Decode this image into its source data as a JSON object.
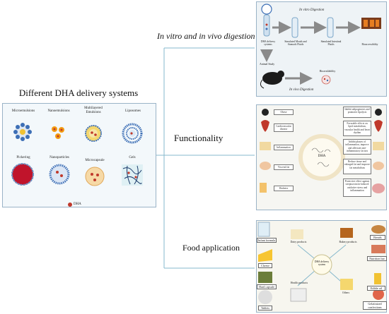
{
  "title": "Different DHA delivery systems",
  "delivery_systems": [
    {
      "id": "microemulsions",
      "label": "Microemulsions"
    },
    {
      "id": "nanoemulsions",
      "label": "Nanoemulsions"
    },
    {
      "id": "multilayered",
      "label": "Multilayered Emulsions"
    },
    {
      "id": "liposomes",
      "label": "Liposomes"
    },
    {
      "id": "pickering",
      "label": "Pickering"
    },
    {
      "id": "nanoparticles",
      "label": "Nanoparticles"
    },
    {
      "id": "microcapsule",
      "label": "Microcapsule"
    },
    {
      "id": "gels",
      "label": "Gels"
    }
  ],
  "legend": {
    "dha": "DHA"
  },
  "branches": {
    "digestion": "In vitro and in vivo digestion",
    "functionality": "Functionality",
    "food": "Food application"
  },
  "digestion": {
    "in_vitro_title": "In vitro Digestion",
    "in_vivo_title": "In vivo Digestion",
    "steps": [
      "DHA delivery systems",
      "Simulated Mouth and Stomach Fluids",
      "Simulated Intestinal Fluids",
      "Bioaccessibility"
    ],
    "animal_study": "Animal Study",
    "bioavailability": "Bioavailability"
  },
  "functionality": {
    "center": "DHA",
    "left_boxes": [
      "Obese",
      "Cardiovascular disease",
      "Inflammation",
      "Visceral fat",
      "Diabetes"
    ],
    "right_boxes": [
      "Inhibit adipogenesis and promotes lipolysis",
      "Favorable effects on lipid metabolism, vascular health and heart rhythm",
      "Inhibit phases of inflammation, improve and alleviate anti-inflammatory factors",
      "Reduce tissue and enlarged fat and improve fat metabolism",
      "Protective effect against streptozotocin-induced oxidative stress and inflammation"
    ]
  },
  "food": {
    "center": "DHA delivery system",
    "categories": [
      "Dairy products",
      "Bakery products",
      "Health products",
      "Others"
    ],
    "items": [
      "Infant formula",
      "Cheese",
      "Breads",
      "Nutrition bar",
      "Hard capsule",
      "Tablets",
      "Edible oil",
      "Gelatinized confections"
    ]
  },
  "colors": {
    "line": "#86b8cc",
    "arrow": "#8a8a8a",
    "dha": "#c0392b",
    "panel_border": "#9ab3c7"
  }
}
